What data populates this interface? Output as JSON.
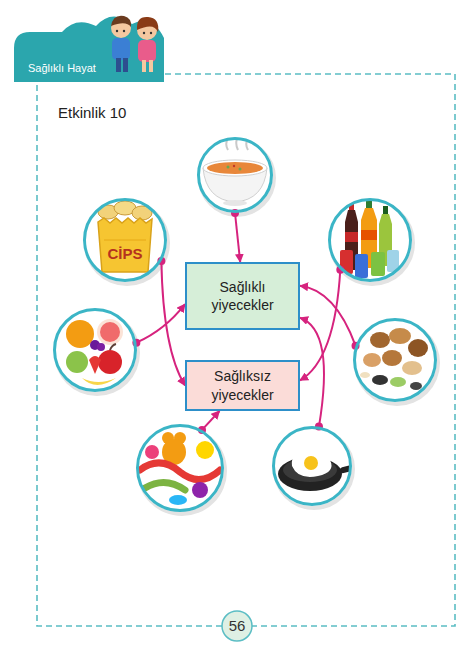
{
  "diagram": {
    "title": "Etkinlik 10",
    "nodes": [
      {
        "text": []
      },
      {
        "text": [
          "CİPS"
        ]
      },
      {
        "text": []
      },
      {
        "text": [
          "Sağlıklı yiyecekler"
        ]
      },
      {
        "text": []
      },
      {
        "text": []
      },
      {
        "text": [
          "Sağlıksız yiyecekler"
        ]
      },
      {
        "text": []
      },
      {
        "text": []
      }
    ],
    "edges": [
      {
        "from": 0,
        "to": 3,
        "arrow": "to"
      },
      {
        "from": 1,
        "to": 6,
        "arrow": "to"
      },
      {
        "from": 2,
        "to": 6,
        "arrow": "to"
      },
      {
        "from": 4,
        "to": 3,
        "arrow": "to"
      },
      {
        "from": 5,
        "to": 3,
        "arrow": "to"
      },
      {
        "from": 7,
        "to": 6,
        "arrow": "to"
      },
      {
        "from": 8,
        "to": 3,
        "arrow": "to"
      }
    ],
    "labels": [
      "Sağlıklı Hayat",
      "56"
    ]
  }
}
